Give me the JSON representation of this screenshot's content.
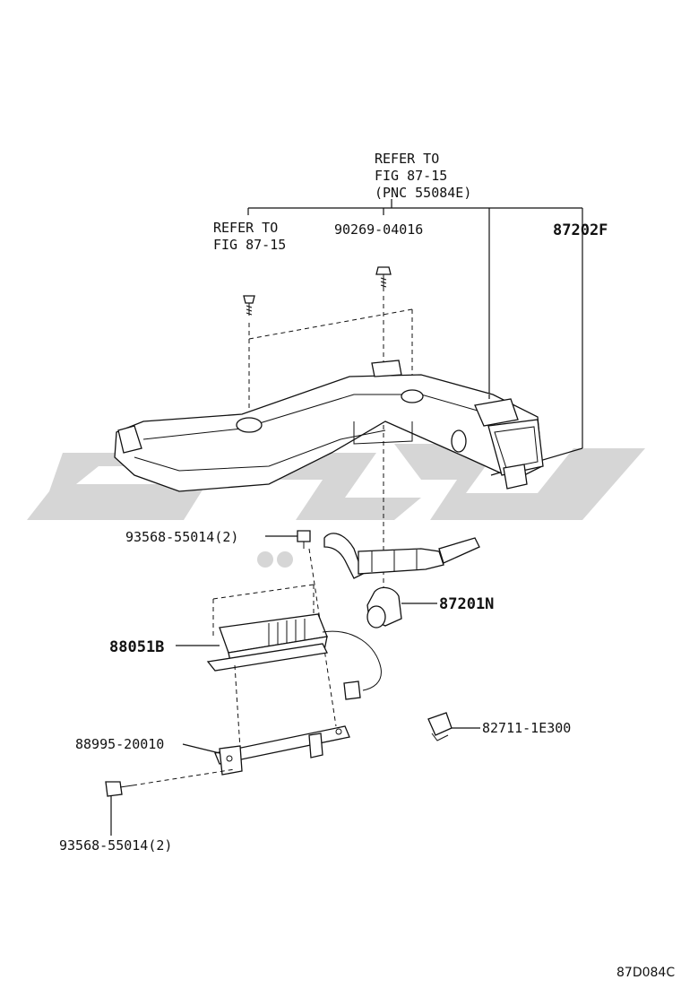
{
  "labels": {
    "refer_top_1": "REFER TO",
    "refer_top_2": "FIG 87-15",
    "refer_top_3": "(PNC 55084E)",
    "refer_left_1": "REFER TO",
    "refer_left_2": "FIG 87-15",
    "part_90269": "90269-04016",
    "part_87202f": "87202F",
    "part_93568_top": "93568-55014(2)",
    "part_87201n": "87201N",
    "part_88051b": "88051B",
    "part_82711": "82711-1E300",
    "part_88995": "88995-20010",
    "part_93568_bottom": "93568-55014(2)",
    "figure_code": "87D084C"
  },
  "colors": {
    "line": "#111111",
    "watermark": "#cfcfcf",
    "background": "#ffffff"
  }
}
